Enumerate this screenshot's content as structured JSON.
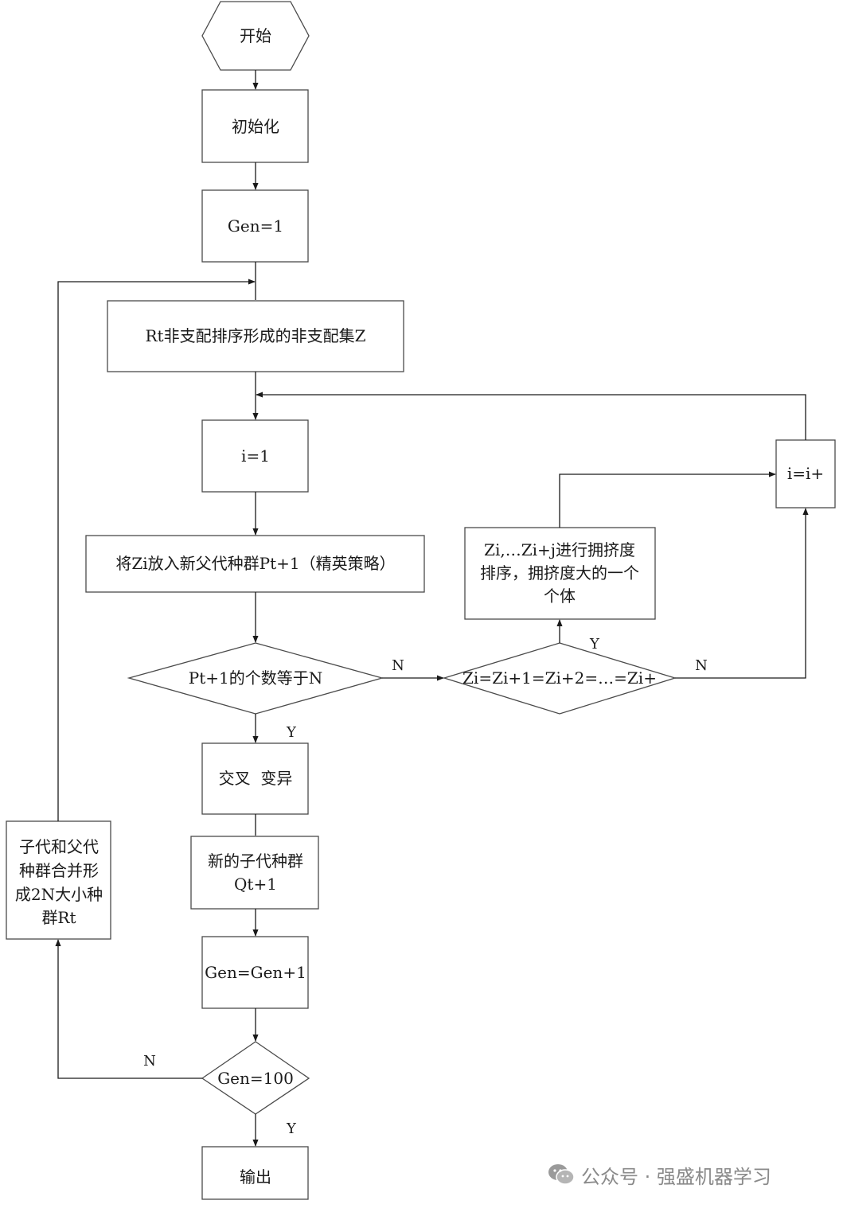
{
  "nodes": {
    "start": "开始",
    "init": "初始化",
    "gen1": "Gen=1",
    "rt_sort": "Rt非支配排序形成的非支配集Z",
    "i1": "i=1",
    "put_zi": "将Zi放入新父代种群Pt+1（精英策略）",
    "check_n": "Pt+1的个数等于N",
    "cross": "交叉  变异",
    "new_pop": [
      "新的子代种群",
      "Qt+1"
    ],
    "gen_inc": "Gen=Gen+1",
    "gen100": "Gen=100",
    "output": "输出",
    "merge": [
      "子代和父代",
      "种群合并形",
      "成2N大小种",
      "群Rt"
    ],
    "zi_eq": "Zi=Zi+1=Zi+2=…=Zi+",
    "crowd": [
      "Zi,…Zi+j进行拥挤度",
      "排序，拥挤度大的一个",
      "个体"
    ],
    "inc_i": "i=i+"
  },
  "labels": {
    "n1": "N",
    "y1": "Y",
    "n2": "N",
    "y2": "Y",
    "n3": "N",
    "y3": "Y"
  },
  "watermark": {
    "text": "公众号 · 强盛机器学习",
    "icon": "wechat-icon"
  }
}
